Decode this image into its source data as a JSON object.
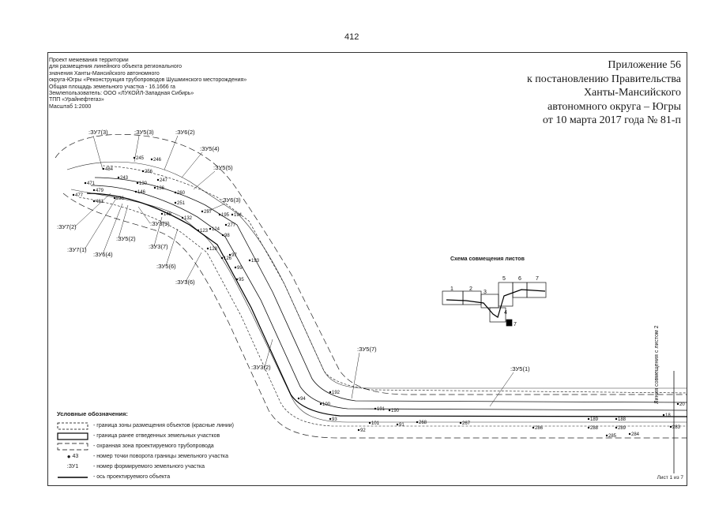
{
  "page_number": "412",
  "title_block": {
    "lines": [
      "Проект межевания территории",
      "для размещения линейного объекта регионального",
      "значения Ханты-Мансийского автономного",
      "округа-Югры «Реконструкция трубопроводов Шушминского месторождения»",
      "Общая площадь земельного участка - 16.1666 га",
      "Землепользователь: ООО «ЛУКОЙЛ-Западная Сибирь»",
      "ТПП «Урайнефтегаз»",
      "Масштаб 1:2000"
    ]
  },
  "appendix": {
    "lines": [
      "Приложение 56",
      "к постановлению Правительства",
      "Ханты-Мансийского",
      "автономного округа – Югры",
      "от 10 марта 2017 года № 81-п"
    ]
  },
  "plot_labels": [
    ":ЗУ7(3)",
    ":ЗУ5(3)",
    ":ЗУ6(2)",
    ":ЗУ5(4)",
    ":ЗУ5(5)",
    ":ЗУ6(3)",
    ":ЗУ7(2)",
    ":ЗУ3(9)",
    ":ЗУ5(2)",
    ":ЗУ7(1)",
    ":ЗУ6(4)",
    ":ЗУ3(7)",
    ":ЗУ5(6)",
    ":ЗУ3(6)",
    ":ЗУ3(2)",
    ":ЗУ5(7)",
    ":ЗУ5(1)"
  ],
  "point_numbers": [
    "484",
    "245",
    "246",
    "243",
    "256",
    "247",
    "471",
    "130",
    "136",
    "146",
    "260",
    "479",
    "477",
    "481",
    "236",
    "251",
    "148",
    "132",
    "257",
    "195",
    "194",
    "277",
    "123",
    "124",
    "98",
    "128",
    "97",
    "126",
    "193",
    "99",
    "95",
    "94",
    "192",
    "100",
    "191",
    "190",
    "93",
    "101",
    "91",
    "268",
    "267",
    "286",
    "92",
    "189",
    "188",
    "288",
    "289",
    "285",
    "284",
    "18",
    "20",
    "283"
  ],
  "scheme": {
    "title": "Схема совмещения листов",
    "sheets": [
      "1",
      "2",
      "3",
      "4",
      "5",
      "6",
      "7",
      "7"
    ]
  },
  "side_label": "Линия совмещения с листом 2",
  "legend": {
    "title": "Условные обозначения:",
    "items": [
      "- граница зоны размещения объектов (красные линии)",
      "- граница ранее отведенных земельных участков",
      "- охранная зона проектируемого трубопровода",
      "- номер точки поворота границы земельного участка",
      "- номер формируемого земельного участка",
      "- ось проектируемого объекта"
    ],
    "sample_point": "43",
    "sample_plot": ":ЗУ1"
  },
  "sheet_info": "Лист 1 из 7"
}
